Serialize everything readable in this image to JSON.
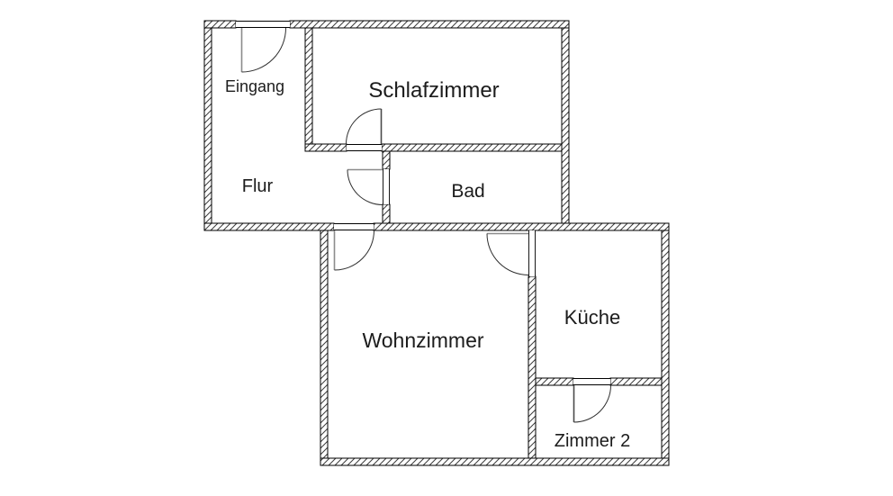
{
  "rooms": [
    {
      "id": "eingang",
      "label": "Eingang"
    },
    {
      "id": "schlafzimmer",
      "label": "Schlafzimmer"
    },
    {
      "id": "flur",
      "label": "Flur"
    },
    {
      "id": "bad",
      "label": "Bad"
    },
    {
      "id": "wohnzimmer",
      "label": "Wohnzimmer"
    },
    {
      "id": "kueche",
      "label": "Küche"
    },
    {
      "id": "zimmer2",
      "label": "Zimmer 2"
    }
  ],
  "colors": {
    "background": "#ffffff",
    "wall_line": "#000000",
    "hatch": "#3c3c3c",
    "door_leaf": "#8c8c8c",
    "door_leaf_dark": "#4a4a4a",
    "door_arc": "#2f2f2f",
    "text": "#1c1c1c"
  }
}
